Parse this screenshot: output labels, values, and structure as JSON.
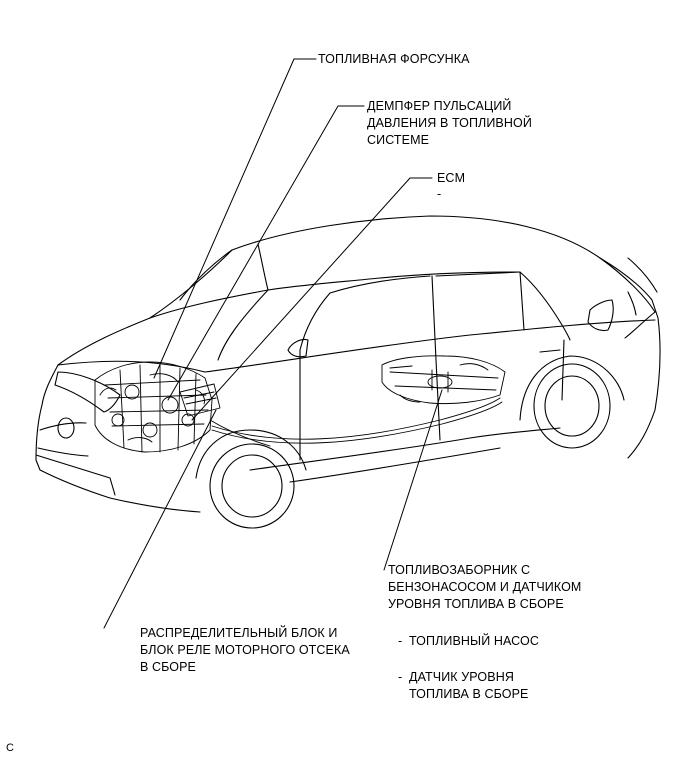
{
  "labels": {
    "fuel_injector": "ТОПЛИВНАЯ ФОРСУНКА",
    "pulsation_damper": "ДЕМПФЕР ПУЛЬСАЦИЙ\nДАВЛЕНИЯ В ТОПЛИВНОЙ\nСИСТЕМЕ",
    "ecm": "ECM",
    "ecm_dash": "-",
    "fuel_pump_assembly": "ТОПЛИВОЗАБОРНИК С\nБЕНЗОНАСОСОМ И ДАТЧИКОМ\nУРОВНЯ ТОПЛИВА В СБОРЕ",
    "fuel_pump_dash": "-",
    "fuel_pump": "ТОПЛИВНЫЙ НАСОС",
    "sender_dash": "-",
    "fuel_sender": "ДАТЧИК УРОВНЯ\nТОПЛИВА В СБОРЕ",
    "relay_block": "РАСПРЕДЕЛИТЕЛЬНЫЙ БЛОК И\nБЛОК РЕЛЕ МОТОРНОГО ОТСЕКА\nВ СБОРЕ",
    "figure_code": "C"
  }
}
